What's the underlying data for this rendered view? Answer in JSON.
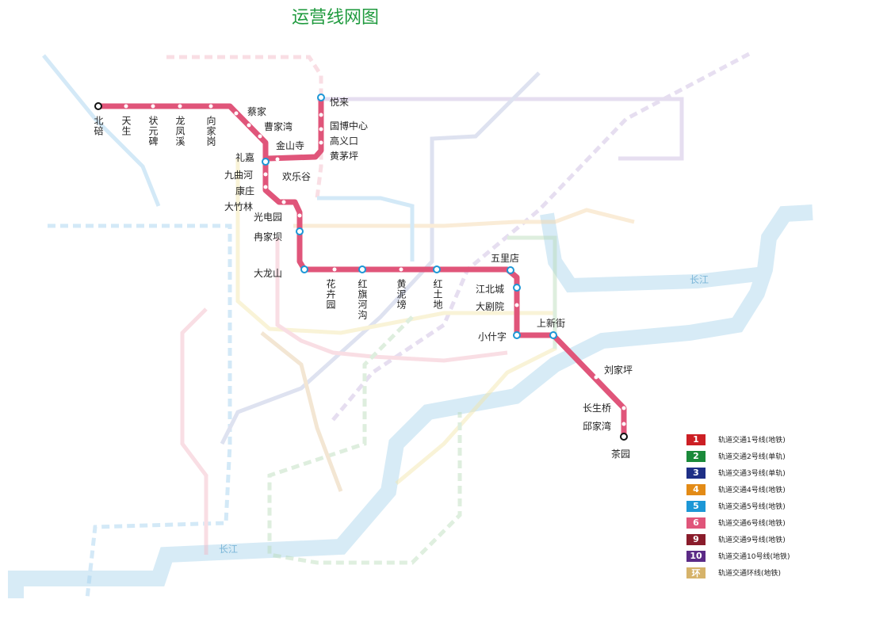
{
  "page_title": "运营线网图",
  "river_label": "长江",
  "legend": [
    {
      "num": "1",
      "label": "轨道交通1号线(地铁)",
      "color": "#cc1f24"
    },
    {
      "num": "2",
      "label": "轨道交通2号线(单轨)",
      "color": "#1a8a3a"
    },
    {
      "num": "3",
      "label": "轨道交通3号线(单轨)",
      "color": "#1e2f86"
    },
    {
      "num": "4",
      "label": "轨道交通4号线(地铁)",
      "color": "#e38b16"
    },
    {
      "num": "5",
      "label": "轨道交通5号线(地铁)",
      "color": "#1c97d6"
    },
    {
      "num": "6",
      "label": "轨道交通6号线(地铁)",
      "color": "#e0557a"
    },
    {
      "num": "9",
      "label": "轨道交通9号线(地铁)",
      "color": "#8a1c2b"
    },
    {
      "num": "10",
      "label": "轨道交通10号线(地铁)",
      "color": "#5b2a86"
    },
    {
      "num": "环",
      "label": "轨道交通环线(地铁)",
      "color": "#d6b36a"
    }
  ],
  "line6_stations": [
    "北碚",
    "天生",
    "状元碑",
    "龙凤溪",
    "向家岗",
    "蔡家",
    "曹家湾",
    "金山寺",
    "悦来",
    "国博中心",
    "高义口",
    "黄茅坪",
    "礼嘉",
    "欢乐谷",
    "九曲河",
    "康庄",
    "大竹林",
    "光电园",
    "冉家坝",
    "大龙山",
    "花卉园",
    "红旗河沟",
    "黄泥塝",
    "红土地",
    "五里店",
    "江北城",
    "大剧院",
    "上新街",
    "小什字",
    "刘家坪",
    "长生桥",
    "邱家湾",
    "茶园"
  ]
}
